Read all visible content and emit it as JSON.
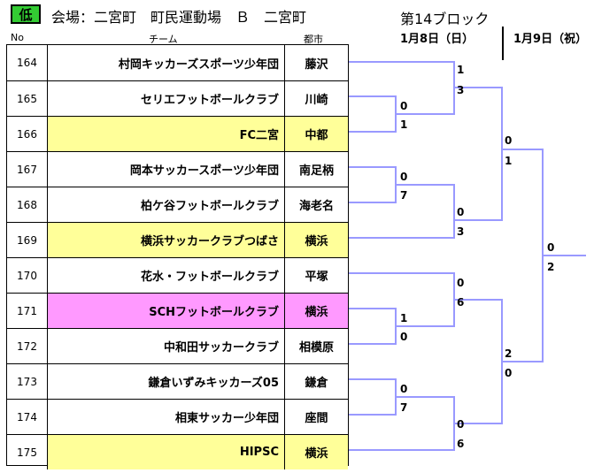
{
  "header": {
    "badge": "低",
    "title": "会場：二宮町　町民運動場　Ｂ　二宮町",
    "block": "第14ブロック",
    "date1": "1月8日（日）",
    "date2": "1月9日（祝）"
  },
  "columns": {
    "no": "No",
    "team": "チーム",
    "city": "都市"
  },
  "rows": [
    {
      "no": "164",
      "team": "村岡キッカーズスポーツ少年団",
      "city": "藤沢",
      "color": ""
    },
    {
      "no": "165",
      "team": "セリエフットボールクラブ",
      "city": "川崎",
      "color": ""
    },
    {
      "no": "166",
      "team": "FC二宮",
      "city": "中都",
      "color": "yellow"
    },
    {
      "no": "167",
      "team": "岡本サッカースポーツ少年団",
      "city": "南足柄",
      "color": ""
    },
    {
      "no": "168",
      "team": "柏ケ谷フットボールクラブ",
      "city": "海老名",
      "color": ""
    },
    {
      "no": "169",
      "team": "横浜サッカークラブつばさ",
      "city": "横浜",
      "color": "yellow"
    },
    {
      "no": "170",
      "team": "花水・フットボールクラブ",
      "city": "平塚",
      "color": ""
    },
    {
      "no": "171",
      "team": "SCHフットボールクラブ",
      "city": "横浜",
      "color": "pink"
    },
    {
      "no": "172",
      "team": "中和田サッカークラブ",
      "city": "相模原",
      "color": ""
    },
    {
      "no": "173",
      "team": "鎌倉いずみキッカーズ05",
      "city": "鎌倉",
      "color": ""
    },
    {
      "no": "174",
      "team": "相東サッカー少年団",
      "city": "座間",
      "color": ""
    },
    {
      "no": "175",
      "team": "HIPSC",
      "city": "横浜",
      "color": "yellow"
    }
  ],
  "scores": [
    {
      "id": "s1a",
      "v": "1"
    },
    {
      "id": "s1b",
      "v": "3"
    },
    {
      "id": "s2a",
      "v": "0"
    },
    {
      "id": "s2b",
      "v": "1"
    },
    {
      "id": "s3a",
      "v": "0"
    },
    {
      "id": "s3b",
      "v": "1"
    },
    {
      "id": "s4a",
      "v": "0"
    },
    {
      "id": "s4b",
      "v": "7"
    },
    {
      "id": "s5a",
      "v": "0"
    },
    {
      "id": "s5b",
      "v": "3"
    },
    {
      "id": "s6a",
      "v": "0"
    },
    {
      "id": "s6b",
      "v": "2"
    },
    {
      "id": "s7a",
      "v": "0"
    },
    {
      "id": "s7b",
      "v": "6"
    },
    {
      "id": "s8a",
      "v": "1"
    },
    {
      "id": "s8b",
      "v": "0"
    },
    {
      "id": "s9a",
      "v": "2"
    },
    {
      "id": "s9b",
      "v": "0"
    },
    {
      "id": "s10a",
      "v": "0"
    },
    {
      "id": "s10b",
      "v": "7"
    },
    {
      "id": "s11a",
      "v": "0"
    },
    {
      "id": "s11b",
      "v": "6"
    }
  ],
  "line_color": "#9999ff"
}
